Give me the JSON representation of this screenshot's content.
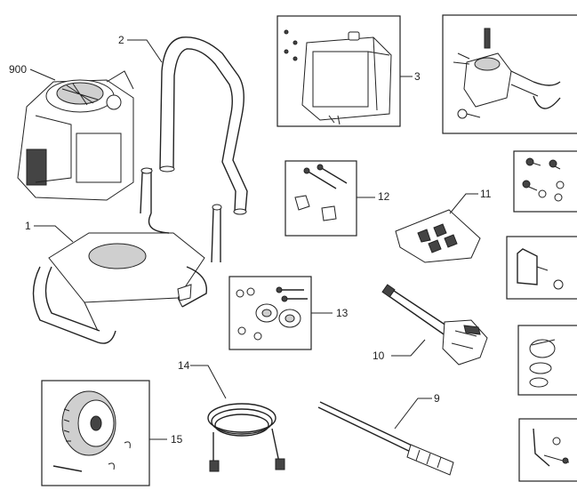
{
  "callouts": {
    "p900": "900",
    "p1": "1",
    "p2": "2",
    "p3": "3",
    "p9": "9",
    "p10": "10",
    "p11": "11",
    "p12": "12",
    "p13": "13",
    "p14": "14",
    "p15": "15"
  }
}
